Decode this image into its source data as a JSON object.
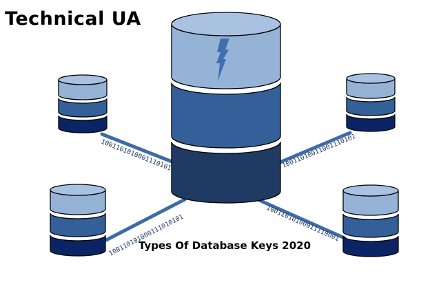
{
  "brand": {
    "title": "Technical UA"
  },
  "caption": {
    "text": "Types Of Database Keys 2020"
  },
  "binary": {
    "left_top": "10011010100011101010",
    "right_top": "10011010011001110101",
    "left_bottom": "100110101000111010101",
    "right_bottom": "10011010100011110001"
  },
  "colors": {
    "light": "#95b3d7",
    "mid": "#34609a",
    "dark": "#1f3a63",
    "navy": "#0b2466",
    "connector": "#3d6ba8",
    "bolt": "#3f6fae"
  }
}
